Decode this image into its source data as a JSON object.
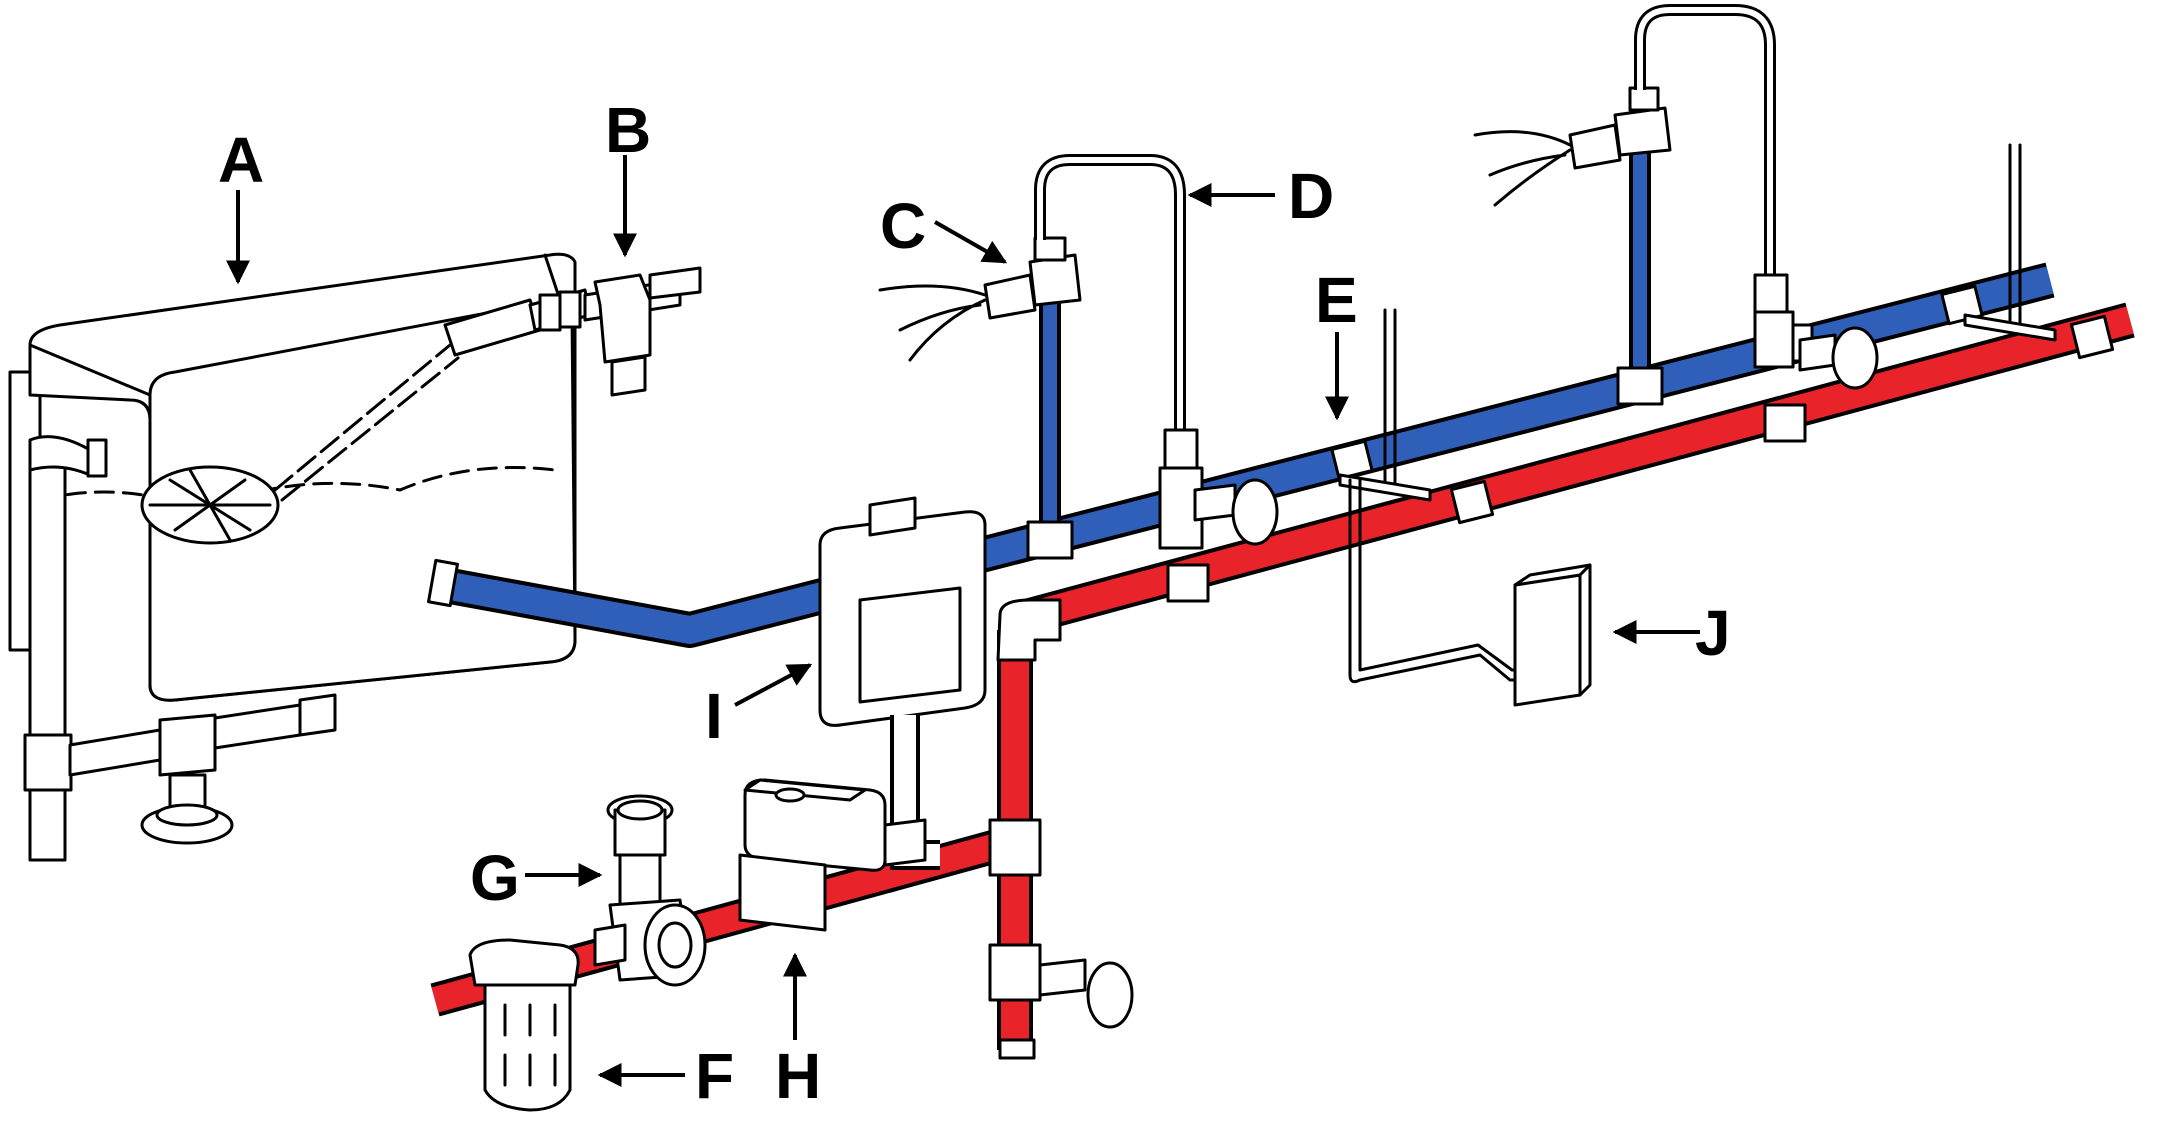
{
  "diagram": {
    "labels": {
      "A": "A",
      "B": "B",
      "C": "C",
      "D": "D",
      "E": "E",
      "F": "F",
      "G": "G",
      "H": "H",
      "I": "I",
      "J": "J"
    },
    "colors": {
      "cold_pipe": "#2f5fb8",
      "hot_pipe": "#e8232a",
      "outline": "#000000",
      "background": "#ffffff"
    }
  }
}
